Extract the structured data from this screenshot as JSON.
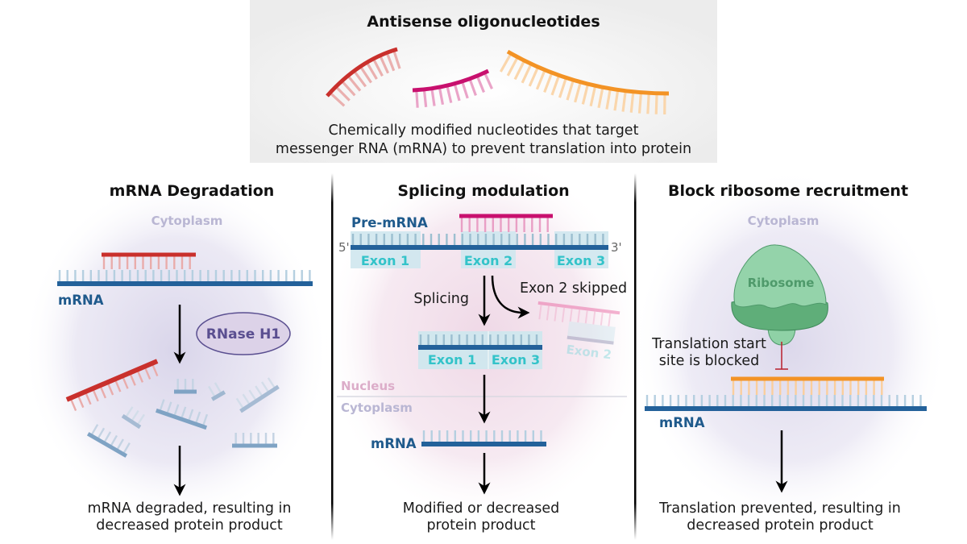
{
  "header": {
    "title": "Antisense oligonucleotides",
    "description_line1": "Chemically modified nucleotides that target",
    "description_line2": "messenger RNA (mRNA) to prevent translation into protein",
    "aso_colors": [
      "#c9302c",
      "#c8106e",
      "#f39325"
    ]
  },
  "panels": [
    {
      "title": "mRNA Degradation",
      "compartment": "Cytoplasm",
      "mrna_label": "mRNA",
      "enzyme_label": "RNase H1",
      "result_line1": "mRNA degraded, resulting in",
      "result_line2": "decreased protein product",
      "aso_color": "#c9302c"
    },
    {
      "title": "Splicing modulation",
      "pre_mrna_label": "Pre-mRNA",
      "five_prime": "5'",
      "three_prime": "3'",
      "exons": [
        "Exon 1",
        "Exon 2",
        "Exon 3"
      ],
      "splicing_label": "Splicing",
      "skipped_label": "Exon 2 skipped",
      "nucleus_label": "Nucleus",
      "compartment": "Cytoplasm",
      "mrna_label": "mRNA",
      "result_line1": "Modified or decreased",
      "result_line2": "protein product",
      "aso_color": "#c8106e"
    },
    {
      "title": "Block ribosome recruitment",
      "compartment": "Cytoplasm",
      "ribosome_label": "Ribosome",
      "blocked_line1": "Translation start",
      "blocked_line2": "site is blocked",
      "mrna_label": "mRNA",
      "result_line1": "Translation prevented, resulting in",
      "result_line2": "decreased protein product",
      "aso_color": "#f39325"
    }
  ],
  "colors": {
    "mrna_backbone": "#23619a",
    "mrna_ticks": "#b5cfe0",
    "exon_fill": "#cfe7ee",
    "exon_text": "#33c3c9",
    "cytoplasm_text": "#b9b6d3",
    "nucleus_text": "#dcadc9",
    "ribosome": "#6cc08b",
    "enzyme_fill": "#dcd2e8",
    "enzyme_stroke": "#5a4f90",
    "block_line": "#b81e2c"
  }
}
